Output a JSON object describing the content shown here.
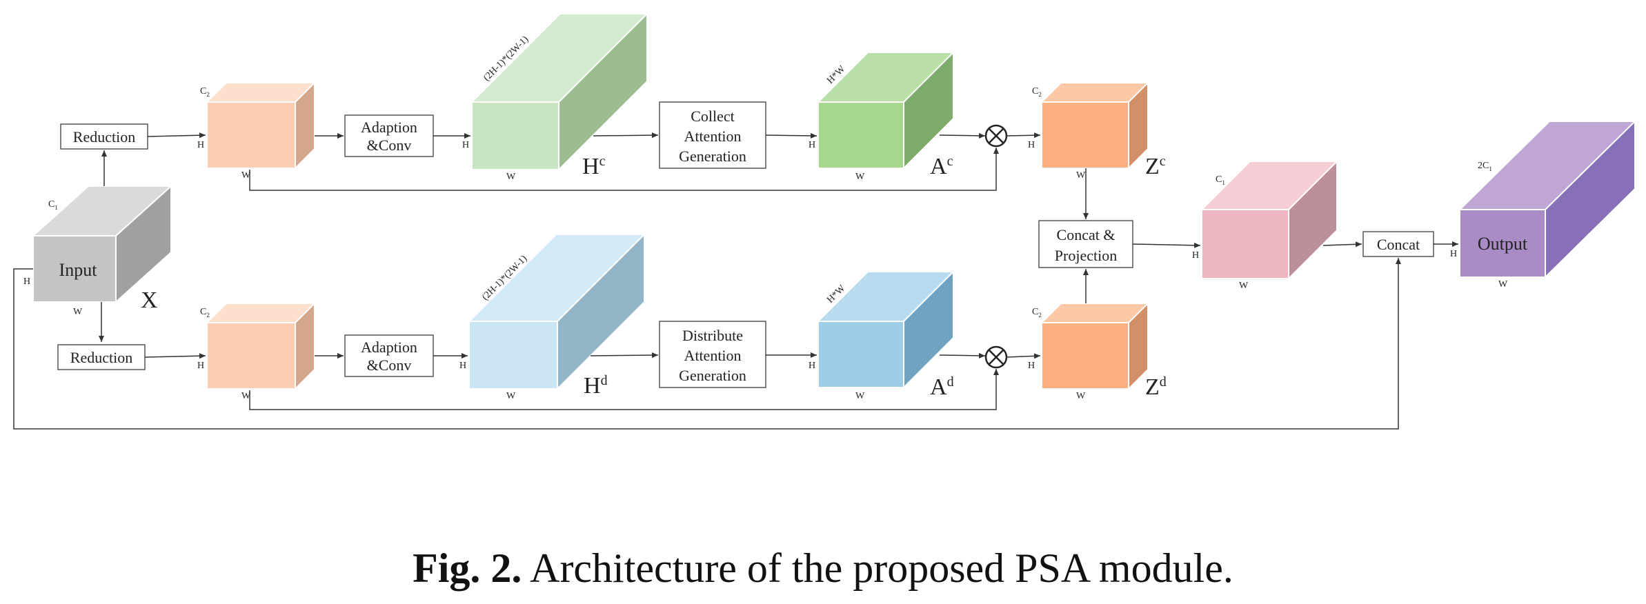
{
  "boxes": {
    "reduction_top": "Reduction",
    "reduction_bottom": "Reduction",
    "adaption_top_1": "Adaption",
    "adaption_top_2": "&Conv",
    "adaption_bottom_1": "Adaption",
    "adaption_bottom_2": "&Conv",
    "collect_1": "Collect",
    "collect_2": "Attention",
    "collect_3": "Generation",
    "distribute_1": "Distribute",
    "distribute_2": "Attention",
    "distribute_3": "Generation",
    "concat_proj_1": "Concat &",
    "concat_proj_2": "Projection",
    "concat": "Concat"
  },
  "cubes": {
    "input": "Input",
    "output": "Output"
  },
  "labels": {
    "x": "X",
    "hc_base": "H",
    "hc_sup": "c",
    "hd_base": "H",
    "hd_sup": "d",
    "ac_base": "A",
    "ac_sup": "c",
    "ad_base": "A",
    "ad_sup": "d",
    "zc_base": "Z",
    "zc_sup": "c",
    "zd_base": "Z",
    "zd_sup": "d"
  },
  "dims": {
    "H": "H",
    "W": "W",
    "C1": "C",
    "C1_sub": "1",
    "C2": "C",
    "C2_sub": "2",
    "twoC1": "2C",
    "twoC1_sub": "1",
    "hw": "H*W",
    "hw2": "(2H-1)*(2W-1)"
  },
  "caption": {
    "label": "Fig. 2.",
    "text": " Architecture of the proposed PSA module."
  },
  "colors": {
    "gray": "#c4c4c6",
    "peach": "#fdcdb2",
    "green_light": "#c6e5c0",
    "green": "#a5d78c",
    "blue_light": "#c9e4f3",
    "blue": "#9ecde8",
    "orange": "#fdb083",
    "pink": "#edb6c1",
    "purple": "#a98bc6"
  }
}
